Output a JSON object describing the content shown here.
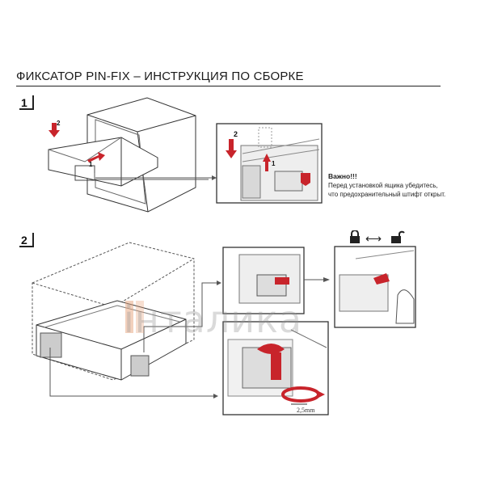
{
  "document": {
    "title": "ФИКСАТОР PIN-FIX – ИНСТРУКЦИЯ ПО СБОРКЕ",
    "steps": [
      {
        "number": "1"
      },
      {
        "number": "2"
      }
    ],
    "note": {
      "heading": "Важно!!!",
      "line1": "Перед установкой ящика убедитесь,",
      "line2": "что предохранительный штифт открыт."
    },
    "figure_labels": {
      "drawer_arrow_1": "1",
      "drawer_arrow_2": "2",
      "detail_arrow_1": "1",
      "detail_arrow_2": "2",
      "dimension": "2,5mm"
    },
    "watermark": "інталика",
    "icons": [
      "lock-icon",
      "double-arrow-icon",
      "unlock-icon"
    ],
    "colors": {
      "accent_red": "#c8242b",
      "line": "#333333",
      "watermark_orange": "#e8a37c"
    }
  }
}
